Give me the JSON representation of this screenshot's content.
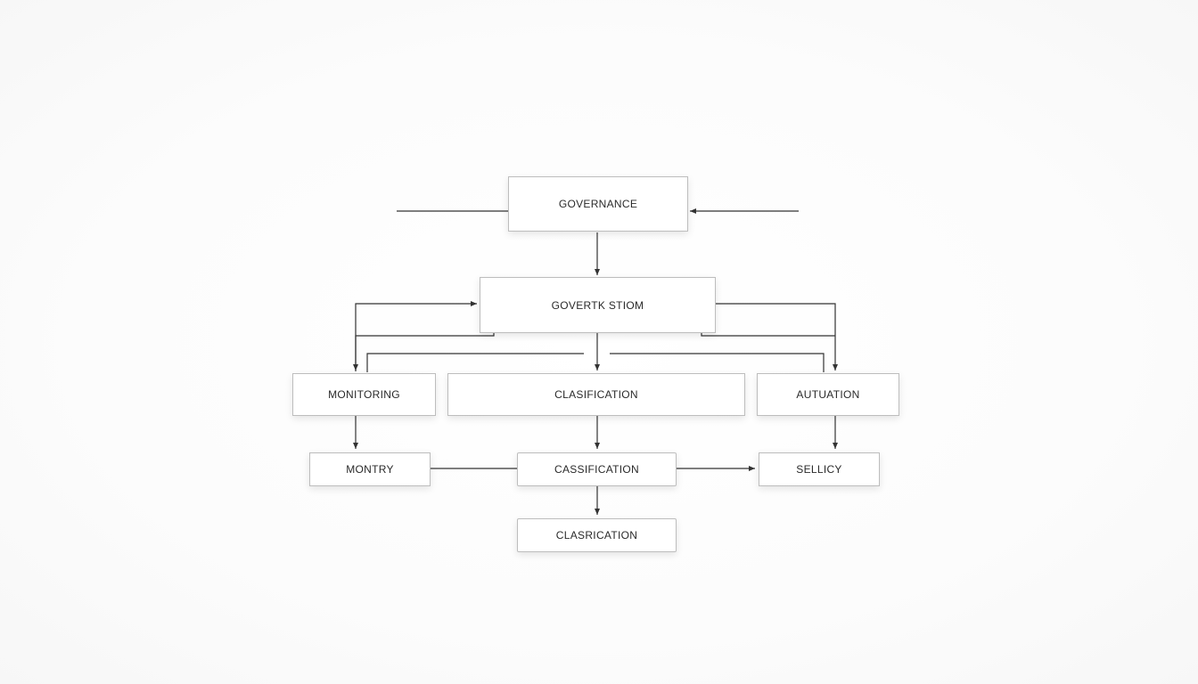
{
  "nodes": {
    "governance": "GOVERNANCE",
    "govertk_stiom": "GOVERTK STIOM",
    "monitoring": "MONITORING",
    "classification_main": "CLASIFICATION",
    "autuation": "AUTUATION",
    "montry": "MONTRY",
    "cassification": "CASSIFICATION",
    "sellicy": "SELLICY",
    "clasrication": "CLASRICATION"
  },
  "colors": {
    "line": "#333333",
    "border": "#bdbdbd",
    "background": "#ffffff"
  }
}
